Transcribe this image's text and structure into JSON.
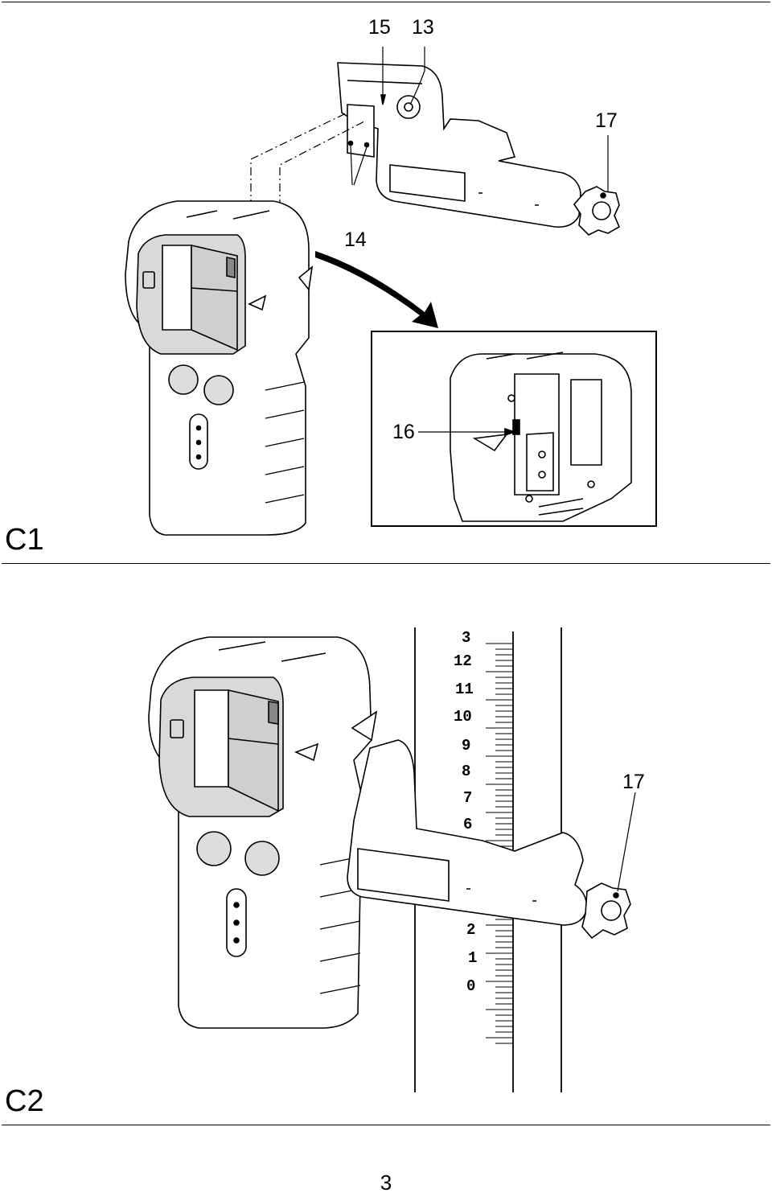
{
  "figure_c1": {
    "section_label": "C1",
    "callouts": {
      "c15": "15",
      "c13": "13",
      "c17": "17",
      "c14": "14",
      "c16": "16"
    }
  },
  "figure_c2": {
    "section_label": "C2",
    "callout_17": "17",
    "scale_numbers": [
      "3",
      "12",
      "11",
      "10",
      "9",
      "8",
      "7",
      "6",
      "2",
      "1",
      "0"
    ]
  },
  "footer": {
    "page_number": "3"
  },
  "icons": [
    "power-sound-button-icon",
    "sensitivity-button-icon",
    "led-indicator-icon",
    "arrow-icon",
    "clamp-knob-icon"
  ]
}
